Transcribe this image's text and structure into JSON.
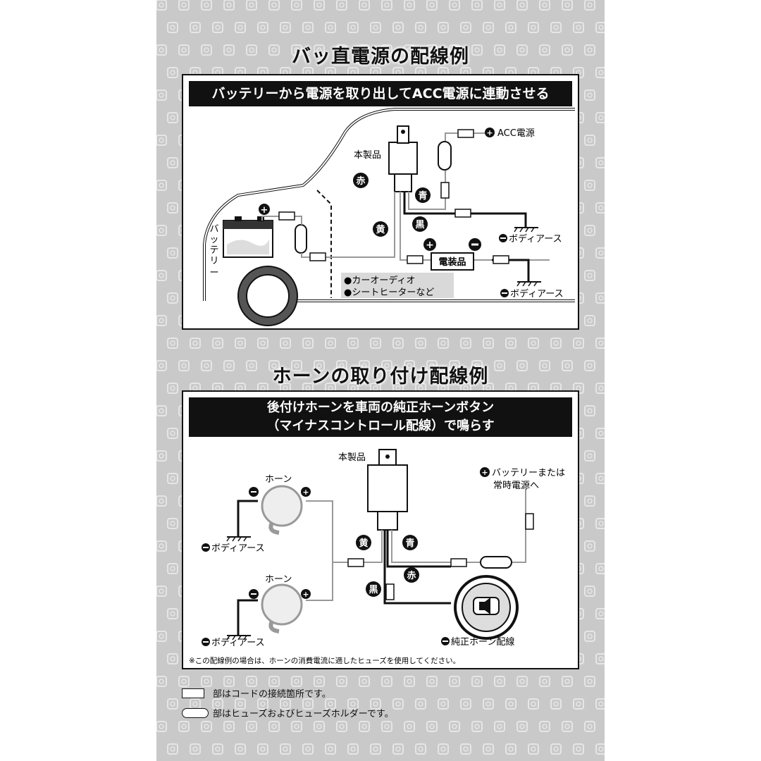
{
  "section1": {
    "title": "バッ直電源の配線例",
    "banner": "バッテリーから電源を取り出してACC電源に連動させる",
    "product": "本製品",
    "acc": "ACC電源",
    "battery": [
      "バ",
      "ッ",
      "テ",
      "リ",
      "ー"
    ],
    "wire_red": "赤",
    "wire_blue": "青",
    "wire_yellow": "黄",
    "wire_black": "黒",
    "earth": "ボディアース",
    "device": "電装品",
    "examples": [
      "●カーオーディオ",
      "●シートヒーターなど"
    ]
  },
  "section2": {
    "title": "ホーンの取り付け配線例",
    "banner_lines": [
      "後付けホーンを車両の純正ホーンボタン",
      "（マイナスコントロール配線）で鳴らす"
    ],
    "product": "本製品",
    "horn": "ホーン",
    "battery_line1": "バッテリーまたは",
    "battery_line2": "常時電源へ",
    "wire_yellow": "黄",
    "wire_blue": "青",
    "wire_red": "赤",
    "wire_black": "黒",
    "earth": "ボディアース",
    "genuine": "純正ホーン配線",
    "note": "※この配線例の場合は、ホーンの消費電流に適したヒューズを使用してください。"
  },
  "legend": {
    "connector": "部はコードの接続箇所です。",
    "fuse": "部はヒューズおよびヒューズホルダーです。"
  }
}
